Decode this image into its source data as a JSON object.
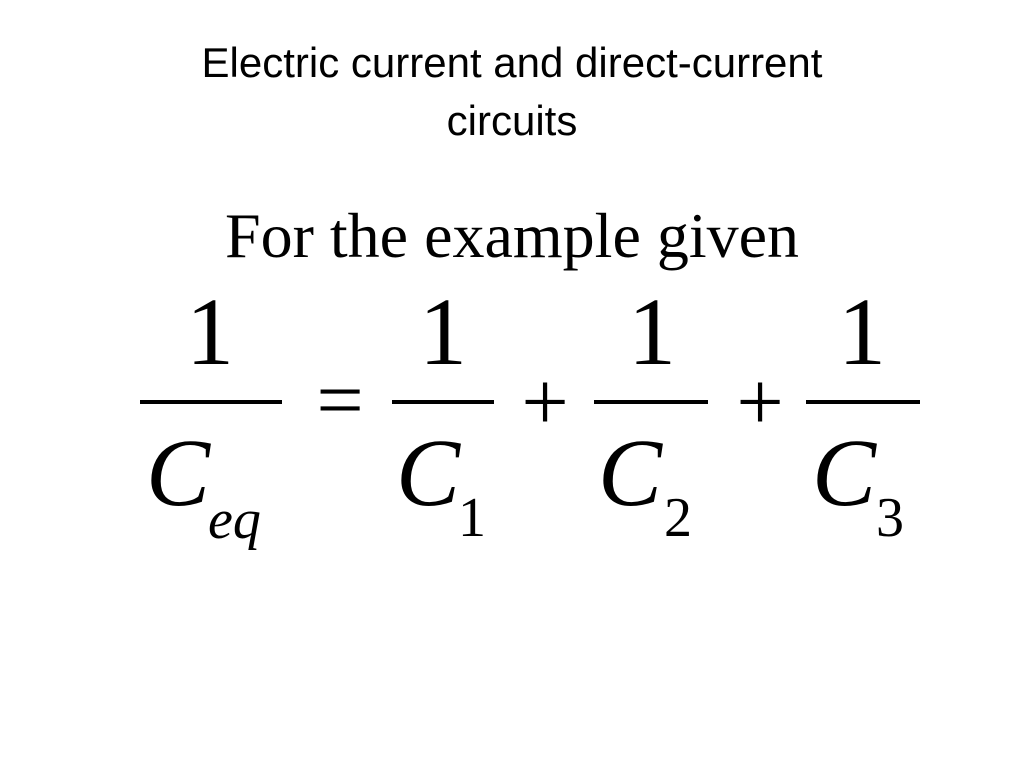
{
  "slide": {
    "title_lines": [
      "Electric current and direct-current",
      "circuits"
    ],
    "subtitle": "For the example given"
  },
  "equation": {
    "lhs": {
      "numerator": "1",
      "symbol": "C",
      "subscript": "eq"
    },
    "equals": "=",
    "plus": "+",
    "terms": [
      {
        "numerator": "1",
        "symbol": "C",
        "subscript": "1"
      },
      {
        "numerator": "1",
        "symbol": "C",
        "subscript": "2"
      },
      {
        "numerator": "1",
        "symbol": "C",
        "subscript": "3"
      }
    ]
  }
}
